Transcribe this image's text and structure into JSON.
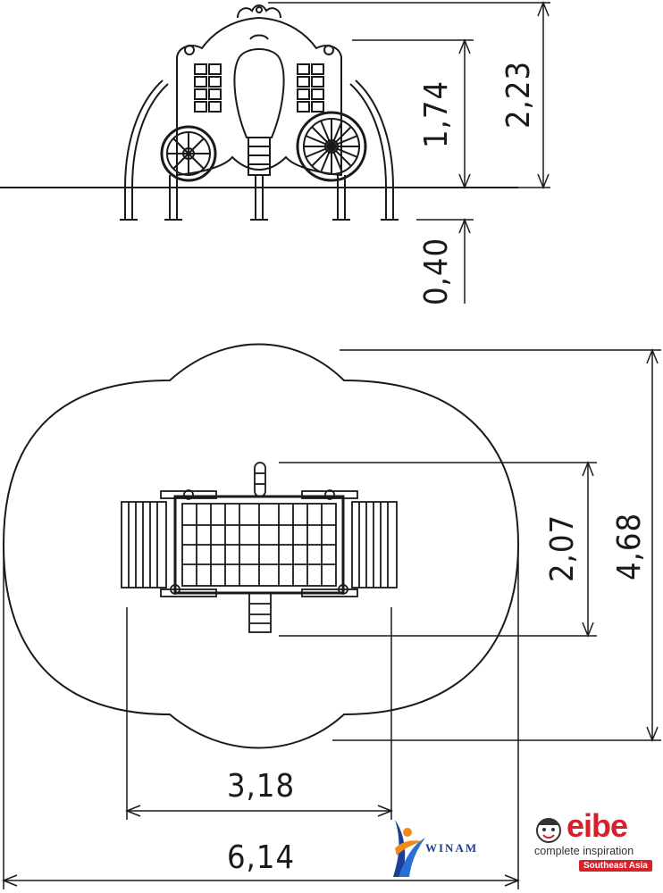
{
  "elevation_view": {
    "dimensions": {
      "equipment_height": "1,74",
      "total_height": "2,23",
      "foundation_depth": "0,40"
    }
  },
  "plan_view": {
    "dimensions": {
      "equipment_depth": "2,07",
      "area_depth": "4,68",
      "equipment_width": "3,18",
      "area_width": "6,14"
    }
  },
  "logos": {
    "winam": {
      "text": "WINAM",
      "icon": "winam-figure-icon",
      "color": "#1b3f93"
    },
    "eibe": {
      "brand": "eibe",
      "tagline": "complete inspiration",
      "region": "Southeast Asia",
      "icon": "eibe-face-icon",
      "color": "#d6202a"
    }
  },
  "colors": {
    "line": "#1a1a1a",
    "background": "#ffffff"
  }
}
